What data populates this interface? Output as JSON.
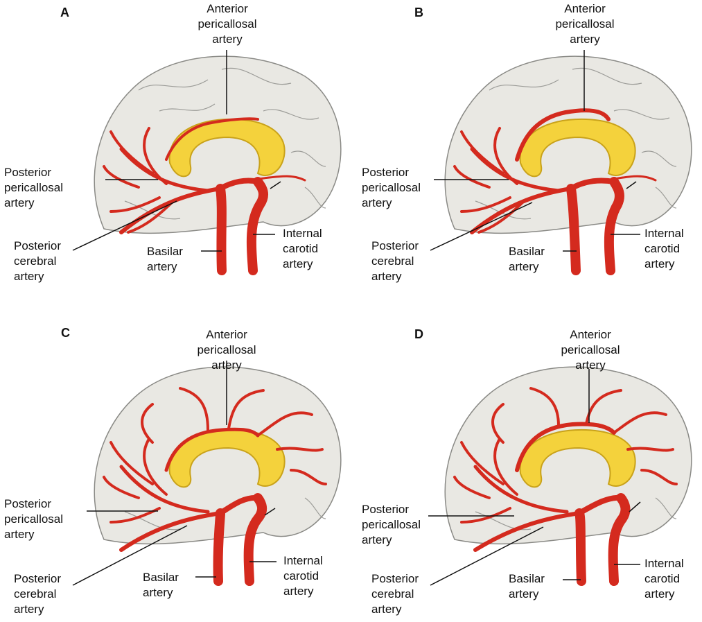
{
  "panels": [
    {
      "letter": "A",
      "labels": {
        "anterior": "Anterior\npericallosal\nartery",
        "posterior_peri": "Posterior\npericallosal\nartery",
        "posterior_cer": "Posterior\ncerebral\nartery",
        "basilar": "Basilar\nartery",
        "internal": "Internal\ncarotid\nartery"
      }
    },
    {
      "letter": "B",
      "labels": {
        "anterior": "Anterior\npericallosal\nartery",
        "posterior_peri": "Posterior\npericallosal\nartery",
        "posterior_cer": "Posterior\ncerebral\nartery",
        "basilar": "Basilar\nartery",
        "internal": "Internal\ncarotid\nartery"
      }
    },
    {
      "letter": "C",
      "labels": {
        "anterior": "Anterior\npericallosal\nartery",
        "posterior_peri": "Posterior\npericallosal\nartery",
        "posterior_cer": "Posterior\ncerebral\nartery",
        "basilar": "Basilar\nartery",
        "internal": "Internal\ncarotid\nartery"
      }
    },
    {
      "letter": "D",
      "labels": {
        "anterior": "Anterior\npericallosal\nartery",
        "posterior_peri": "Posterior\npericallosal\nartery",
        "posterior_cer": "Posterior\ncerebral\nartery",
        "basilar": "Basilar\nartery",
        "internal": "Internal\ncarotid\nartery"
      }
    }
  ],
  "colors": {
    "artery": "#d42a1e",
    "artery_dark": "#a81a12",
    "brain": "#e9e8e3",
    "brain_outline": "#8a8a86",
    "callosum": "#f4d23c",
    "callosum_edge": "#c9a21a",
    "sulci": "#9c9c98"
  }
}
